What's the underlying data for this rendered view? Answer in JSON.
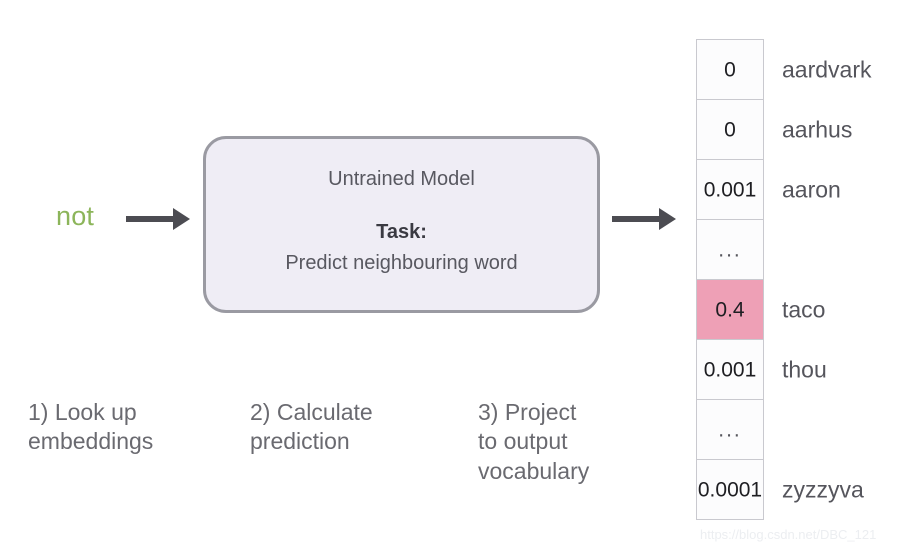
{
  "colors": {
    "background": "#ffffff",
    "input_word": "#8cb55a",
    "arrow": "#4c4c52",
    "model_box_fill": "#efedf5",
    "model_box_border": "#9a9aa2",
    "highlight_row": "#eea0b6",
    "table_border": "#c9c9cf",
    "body_text": "#55555c",
    "caption_text": "#6a6a70",
    "watermark": "#eceef1"
  },
  "input": {
    "word": "not"
  },
  "arrows": {
    "input_arrow_name": "arrow-input-to-model",
    "output_arrow_name": "arrow-model-to-output"
  },
  "model": {
    "title": "Untrained Model",
    "task_label": "Task:",
    "task_description": "Predict neighbouring word"
  },
  "steps": [
    {
      "id": "1",
      "text": "1) Look up\nembeddings"
    },
    {
      "id": "2",
      "text": "2) Calculate\nprediction"
    },
    {
      "id": "3",
      "text": "3) Project\nto output\nvocabulary"
    }
  ],
  "output_vocabulary": {
    "rows": [
      {
        "probability": "0",
        "word": "aardvark",
        "highlight": false,
        "ellipsis": false
      },
      {
        "probability": "0",
        "word": "aarhus",
        "highlight": false,
        "ellipsis": false
      },
      {
        "probability": "0.001",
        "word": "aaron",
        "highlight": false,
        "ellipsis": false
      },
      {
        "probability": "...",
        "word": "",
        "highlight": false,
        "ellipsis": true
      },
      {
        "probability": "0.4",
        "word": "taco",
        "highlight": true,
        "ellipsis": false
      },
      {
        "probability": "0.001",
        "word": "thou",
        "highlight": false,
        "ellipsis": false
      },
      {
        "probability": "...",
        "word": "",
        "highlight": false,
        "ellipsis": true
      },
      {
        "probability": "0.0001",
        "word": "zyzzyva",
        "highlight": false,
        "ellipsis": false
      }
    ]
  },
  "watermark": {
    "text": "https://blog.csdn.net/DBC_121"
  }
}
